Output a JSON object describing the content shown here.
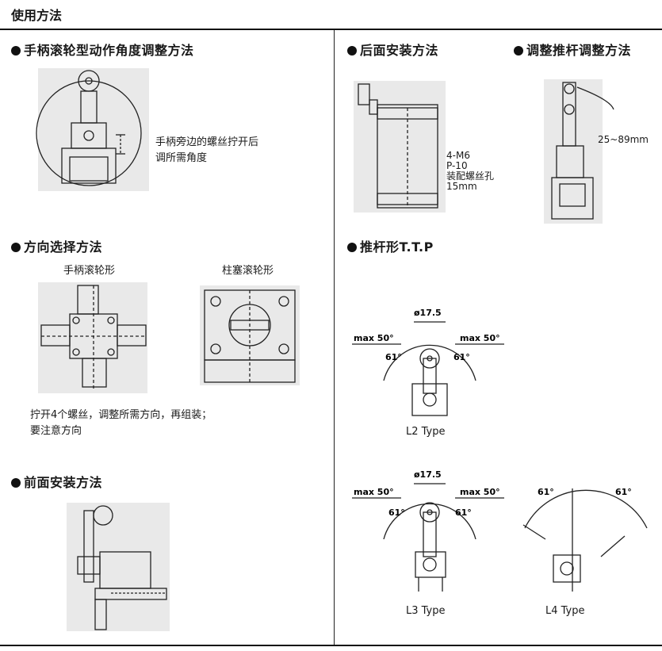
{
  "page": {
    "title": "使用方法"
  },
  "sections": {
    "handle_angle": {
      "heading": "手柄滚轮型动作角度调整方法",
      "note": [
        "手柄旁边的螺丝拧开后",
        "调所需角度"
      ]
    },
    "direction": {
      "heading": "方向选择方法",
      "fig1_label": "手柄滚轮形",
      "fig2_label": "柱塞滚轮形",
      "note": [
        "拧开4个螺丝，调整所需方向，再组装；",
        "要注意方向"
      ]
    },
    "front_mount": {
      "heading": "前面安装方法"
    },
    "rear_mount": {
      "heading": "后面安装方法",
      "spec": [
        "4-M6",
        "P-10",
        "装配螺丝孔",
        "15mm"
      ]
    },
    "push_rod_adjust": {
      "heading": "调整推杆调整方法",
      "range": "25~89mm"
    },
    "push_rod_type": {
      "heading": "推杆形T.T.P",
      "diameter": "ø17.5",
      "max_label": "max 50°",
      "angle": "61°",
      "types": [
        "L2 Type",
        "L3 Type",
        "L4 Type"
      ]
    }
  },
  "icons": {
    "bullet": "filled-circle-bullet"
  }
}
